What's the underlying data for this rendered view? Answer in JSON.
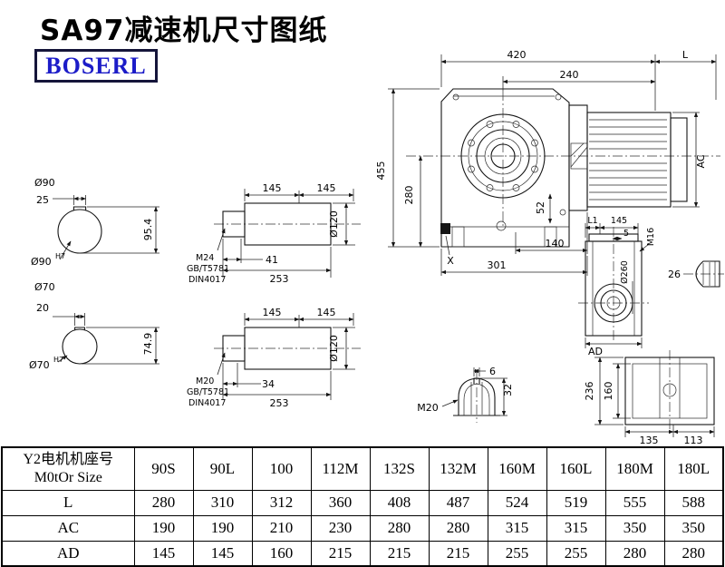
{
  "page": {
    "title": "SA97减速机尺寸图纸",
    "logo_text": "BOSERL",
    "colors": {
      "logo_text": "#1c1cc8",
      "logo_border": "#15153a",
      "line": "#151515",
      "background": "#ffffff"
    }
  },
  "sections": {
    "shaft90": {
      "dia_label": "Ø90",
      "key_width": "25",
      "key_height": "95.4",
      "bore_label": "Ø90",
      "bore_fit": "H7"
    },
    "shaft70": {
      "dia_label": "Ø70",
      "key_width": "20",
      "key_height": "74.9",
      "bore_label": "Ø70",
      "bore_fit": "H7"
    },
    "shaft_top": {
      "seg1": "145",
      "seg2": "145",
      "dia": "Ø120",
      "thread": "M24",
      "std1": "GB/T5781",
      "std2": "DIN4017",
      "thread_depth": "41",
      "total_len": "253"
    },
    "shaft_bottom": {
      "seg1": "145",
      "seg2": "145",
      "dia": "Ø120",
      "thread": "M20",
      "std1": "GB/T5781",
      "std2": "DIN4017",
      "thread_depth": "34",
      "total_len": "253"
    },
    "front_view": {
      "overall_w": "420",
      "inner_w": "240",
      "motor_len": "L",
      "overall_h": "455",
      "axis_h": "280",
      "motor_ac": "AC",
      "dim_52": "52",
      "dim_140": "140",
      "dim_301": "301",
      "mark_x": "X"
    },
    "side_view": {
      "dim_l1": "L1",
      "dim_145": "145",
      "dim_5": "5",
      "thread": "M16",
      "dia": "Ø260",
      "dim_26": "26",
      "dim_ad": "AD"
    },
    "rear_view": {
      "dim_236": "236",
      "dim_160": "160",
      "dim_135": "135",
      "dim_113": "113"
    },
    "key_detail": {
      "dim_6": "6",
      "dim_32": "32",
      "thread": "M20"
    }
  },
  "table": {
    "header_cn": "Y2电机机座号",
    "header_en": "M0tOr Size",
    "columns": [
      "90S",
      "90L",
      "100",
      "112M",
      "132S",
      "132M",
      "160M",
      "160L",
      "180M",
      "180L"
    ],
    "rows": [
      {
        "label": "L",
        "values": [
          "280",
          "310",
          "312",
          "360",
          "408",
          "487",
          "524",
          "519",
          "555",
          "588"
        ]
      },
      {
        "label": "AC",
        "values": [
          "190",
          "190",
          "210",
          "230",
          "280",
          "280",
          "315",
          "315",
          "350",
          "350"
        ]
      },
      {
        "label": "AD",
        "values": [
          "145",
          "145",
          "160",
          "215",
          "215",
          "215",
          "255",
          "255",
          "280",
          "280"
        ]
      }
    ]
  }
}
